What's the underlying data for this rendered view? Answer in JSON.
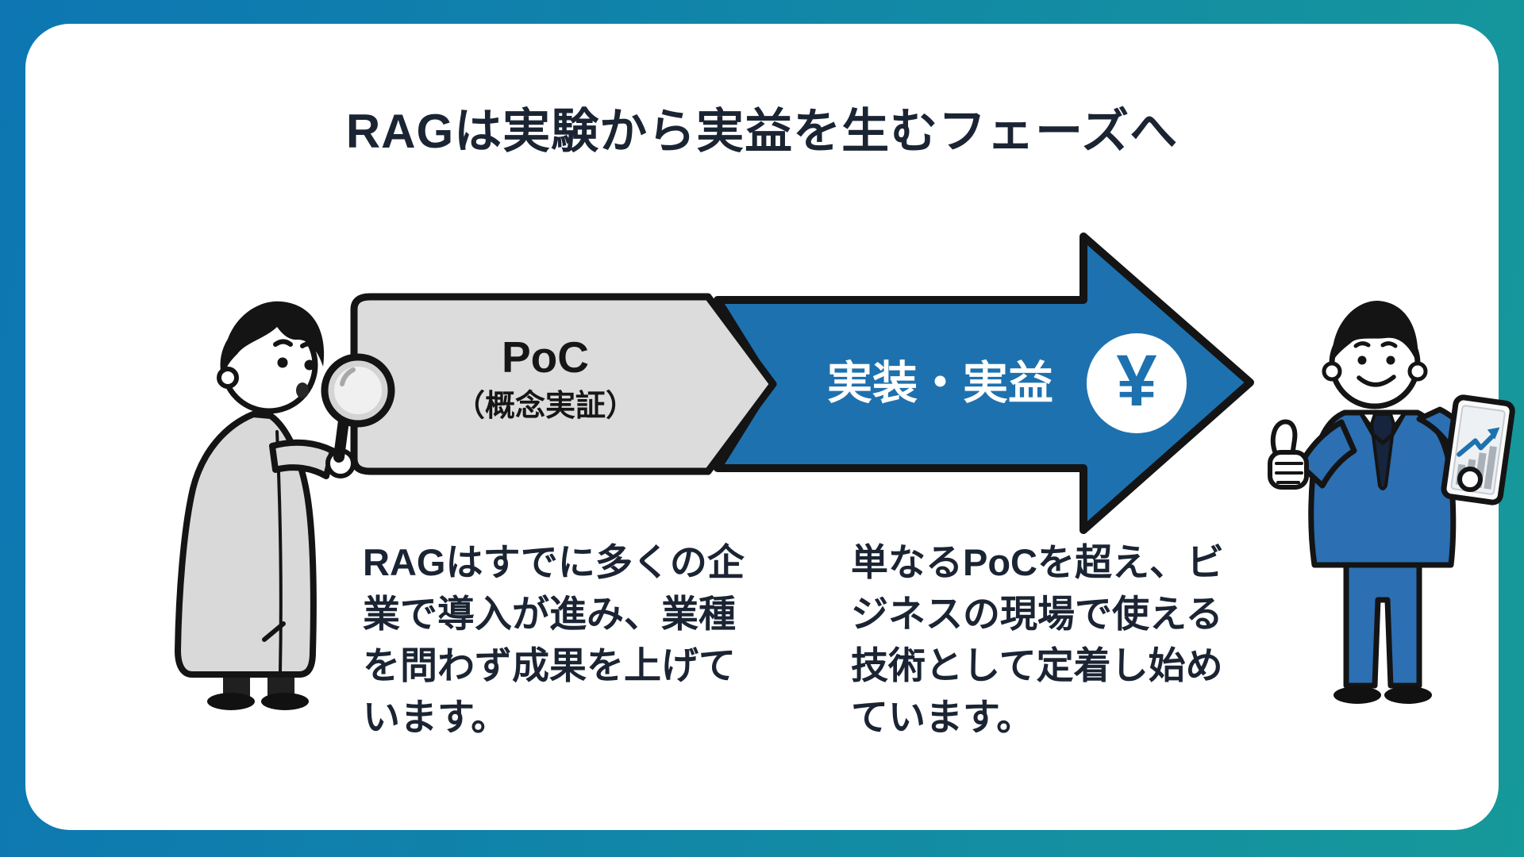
{
  "title": "RAGは実験から実益を生むフェーズへ",
  "arrow": {
    "poc_label": "PoC",
    "poc_sublabel": "（概念実証）",
    "impl_label": "実装・実益",
    "yen_symbol": "¥"
  },
  "captions": {
    "left": "RAGはすでに多くの企\n業で導入が進み、業種\nを問わず成果を上げて\nいます。",
    "right": "単なるPoCを超え、ビ\nジネスの現場で使える\n技術として定着し始め\nています。"
  },
  "illustrations": {
    "left": "researcher-with-magnifying-glass",
    "right": "businessman-thumbs-up-with-tablet-chart"
  },
  "colors": {
    "bg_gradient_left": "#0d76b3",
    "bg_gradient_right": "#16999a",
    "card_white": "#ffffff",
    "arrow_blue": "#1e71af",
    "arrow_gray": "#dcdcdc",
    "outline": "#141414",
    "text_dark": "#1b2433",
    "suit_blue": "#2c6fb2",
    "coat_gray": "#d9d9d9"
  }
}
